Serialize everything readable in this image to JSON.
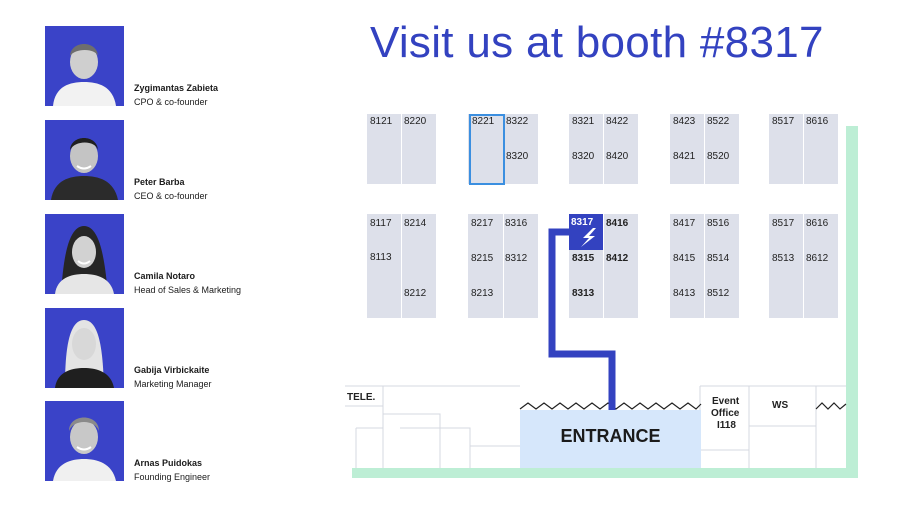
{
  "headline": "Visit us at booth #8317",
  "team": [
    {
      "name": "Zygimantas Zabieta",
      "role": "CPO & co-founder"
    },
    {
      "name": "Peter Barba",
      "role": "CEO & co-founder"
    },
    {
      "name": "Camila Notaro",
      "role": "Head of Sales & Marketing"
    },
    {
      "name": "Gabija Virbickaite",
      "role": "Marketing Manager"
    },
    {
      "name": "Arnas Puidokas",
      "role": "Founding Engineer"
    }
  ],
  "booths": {
    "row1": [
      "8121",
      "8220",
      "8221",
      "8322",
      "8320",
      "8321",
      "8422",
      "8320",
      "8420",
      "8423",
      "8522",
      "8421",
      "8520",
      "8517",
      "8616"
    ],
    "row2": [
      "8117",
      "8214",
      "8113",
      "8212",
      "8217",
      "8316",
      "8215",
      "8312",
      "8213",
      "8317",
      "8416",
      "8315",
      "8412",
      "8313",
      "8417",
      "8516",
      "8415",
      "8514",
      "8413",
      "8512",
      "8517",
      "8616",
      "8513",
      "8612"
    ]
  },
  "highlight_booth": "8317",
  "areas": {
    "tele": "TELE.",
    "event_office": [
      "Event",
      "Office",
      "I118"
    ],
    "ws": "WS",
    "entrance": "ENTRANCE"
  },
  "colors": {
    "brand_blue": "#3342c0",
    "booth_fill": "#dde0ea",
    "wall_green": "#bdeed5",
    "entrance_fill": "#d6e7fb",
    "selected_outline": "#3b8fe0"
  }
}
